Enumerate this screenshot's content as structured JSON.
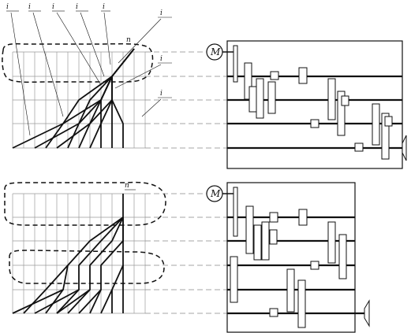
{
  "top_graph": {
    "labels": [
      "i",
      "i",
      "i",
      "i",
      "i",
      "i",
      "i",
      "i"
    ],
    "speed_label": "n",
    "motor_label": "M"
  },
  "bottom_graph": {
    "speed_label": "n",
    "motor_label": "M"
  },
  "colors": {
    "ink": "#111111",
    "grid": "#9a9a9a",
    "dash": "#888888"
  }
}
